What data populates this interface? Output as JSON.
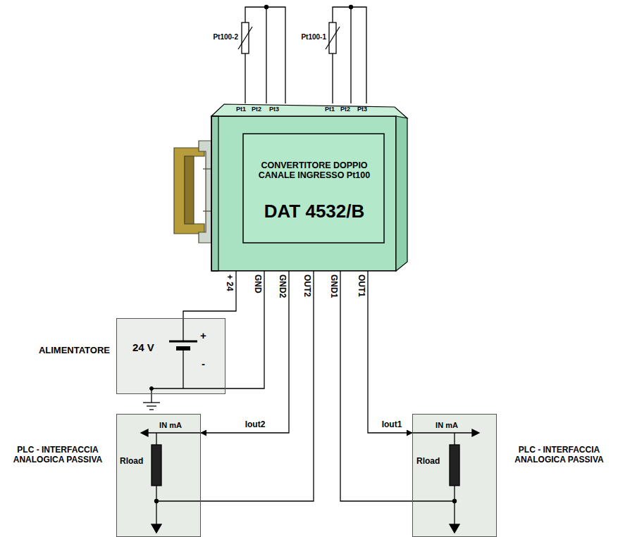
{
  "diagram": {
    "nodes": [
      {
        "text": [
          "CONVERTITORE DOPPIO CANALE INGRESSO Pt100",
          "DAT 4532/B"
        ]
      },
      {
        "text": [
          "ALIMENTATORE",
          "24 V",
          "+",
          "-"
        ]
      },
      {
        "text": [
          "PLC - INTERFACCIA ANALOGICA PASSIVA",
          "IN mA",
          "Rload"
        ]
      },
      {
        "text": [
          "PLC - INTERFACCIA ANALOGICA PASSIVA",
          "IN mA",
          "Rload"
        ]
      }
    ],
    "edges": [
      {
        "from": 0,
        "to": 1,
        "arrow": "none"
      },
      {
        "from": 0,
        "to": 1,
        "arrow": "none"
      },
      {
        "from": 0,
        "to": 2,
        "label": "Iout2",
        "arrow": "to"
      },
      {
        "from": 0,
        "to": 2,
        "arrow": "none"
      },
      {
        "from": 0,
        "to": 3,
        "label": "Iout1",
        "arrow": "to"
      },
      {
        "from": 0,
        "to": 3,
        "arrow": "none"
      }
    ],
    "labels": [
      "Pt100-2",
      "Pt100-1",
      "Pt1",
      "Pt2",
      "Pt3",
      "Pt1",
      "Pt2",
      "Pt3",
      "+ 24",
      "GND",
      "GND2",
      "OUT2",
      "GND1",
      "OUT1"
    ]
  }
}
